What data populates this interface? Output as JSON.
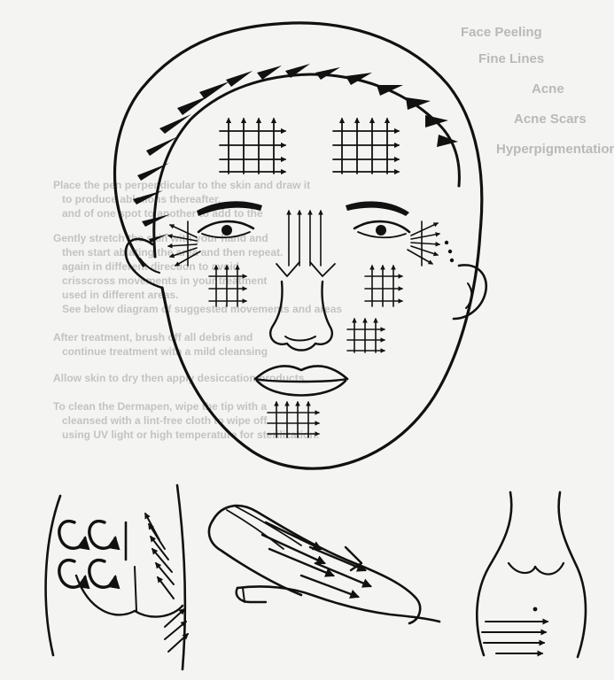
{
  "bleed_through_text": {
    "lines": [
      "Face Peeling",
      "Fine Lines",
      "Acne",
      "Acne Scars",
      "Hyperpigmentation",
      "Place the pen perpendicular to the skin and draw it",
      "to produce ablations thereafter.",
      "and of one spot to another to add to the",
      "Gently stretch the skin with your hand and",
      "then start ablating the area and then repeat.",
      "again in different direction to avoid",
      "crisscross movements in your treatment",
      "used in different areas.",
      "See below diagram of suggested movements and areas",
      "After treatment, brush off all debris and",
      "continue treatment with a mild cleansing",
      "Allow skin to dry then apply desiccation products.",
      "To clean the Dermapen, wipe the tip with a",
      "cleansed with a lint-free cloth to wipe off",
      "using UV light or high temperature for sterilization."
    ]
  },
  "icons": {
    "face": "face-with-arrow-grids-icon",
    "hip": "hip-circular-strokes-icon",
    "hand": "hand-direction-strokes-icon",
    "abdomen": "abdomen-arrow-strokes-icon"
  },
  "colors": {
    "ink": "#111111",
    "paper": "#f4f4f2",
    "bleed": "#bcbcbc"
  }
}
